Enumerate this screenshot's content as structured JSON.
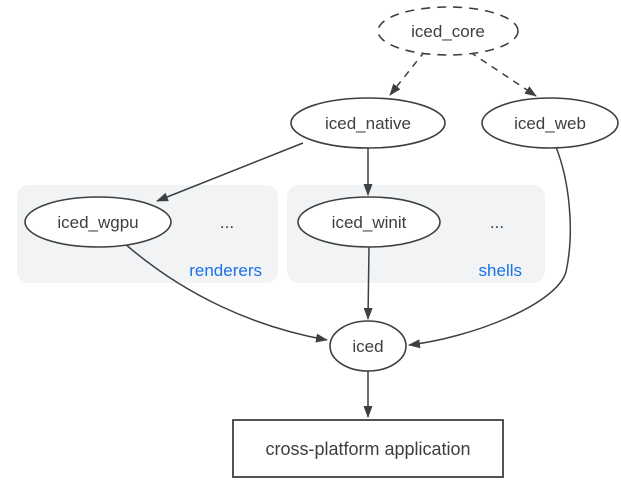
{
  "colors": {
    "node_stroke": "#3c4043",
    "node_text": "#3c4043",
    "group_fill": "#f1f3f4",
    "group_label_blue": "#1a73e8",
    "background": "#ffffff"
  },
  "nodes": {
    "iced_core": {
      "label": "iced_core"
    },
    "iced_native": {
      "label": "iced_native"
    },
    "iced_web": {
      "label": "iced_web"
    },
    "iced_wgpu": {
      "label": "iced_wgpu"
    },
    "iced_winit": {
      "label": "iced_winit"
    },
    "iced": {
      "label": "iced"
    },
    "application": {
      "label": "cross-platform application"
    }
  },
  "groups": {
    "renderers": {
      "label": "renderers",
      "ellipsis": "..."
    },
    "shells": {
      "label": "shells",
      "ellipsis": "..."
    }
  },
  "edges": [
    {
      "from": "iced_core",
      "to": "iced_native",
      "style": "dashed"
    },
    {
      "from": "iced_core",
      "to": "iced_web",
      "style": "dashed"
    },
    {
      "from": "iced_native",
      "to": "iced_wgpu",
      "style": "solid"
    },
    {
      "from": "iced_native",
      "to": "iced_winit",
      "style": "solid"
    },
    {
      "from": "iced_wgpu",
      "to": "iced",
      "style": "solid"
    },
    {
      "from": "iced_winit",
      "to": "iced",
      "style": "solid"
    },
    {
      "from": "iced_web",
      "to": "iced",
      "style": "solid"
    },
    {
      "from": "iced",
      "to": "application",
      "style": "solid"
    }
  ]
}
